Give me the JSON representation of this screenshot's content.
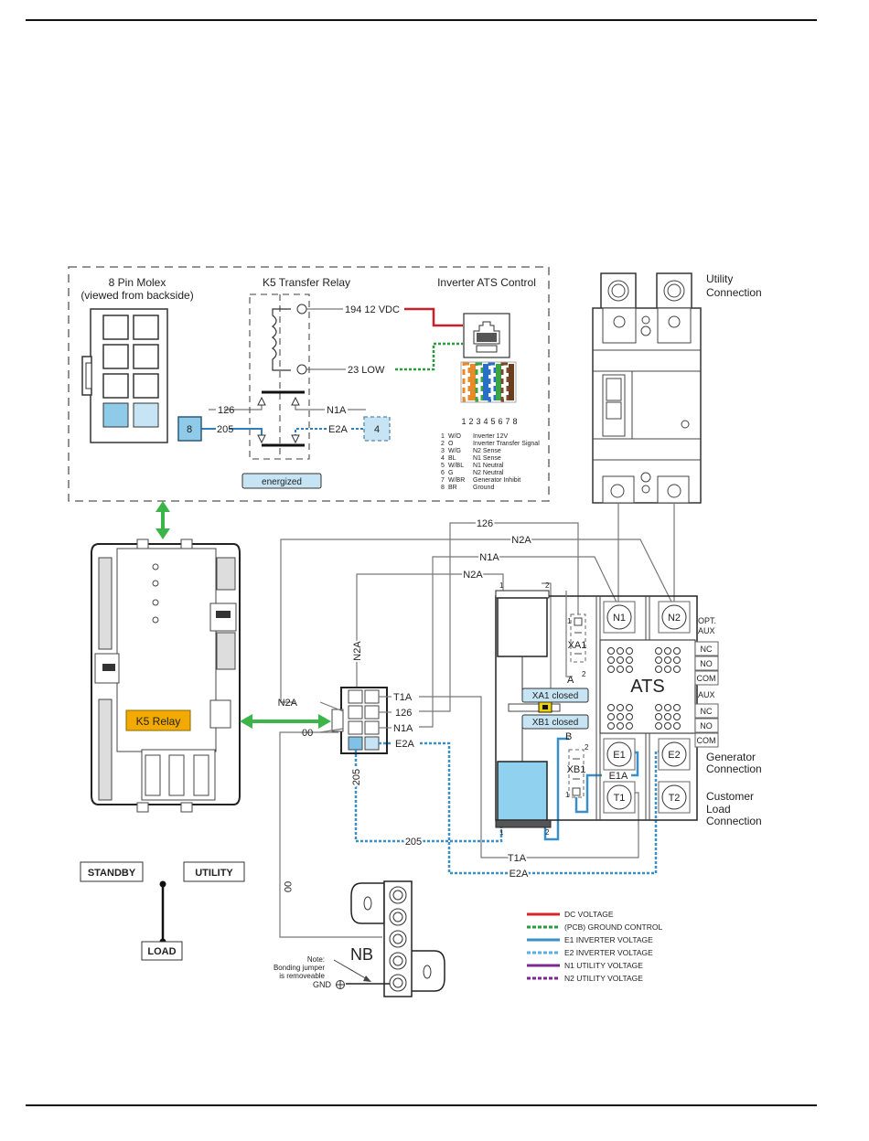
{
  "page": {
    "title": "K5 Transfer Relay / Inverter ATS wiring diagram"
  },
  "inset": {
    "molex_title": "8 Pin Molex",
    "molex_subtitle": "(viewed from backside)",
    "relay_title": "K5 Transfer Relay",
    "ats_control_title": "Inverter ATS Control",
    "coil_wire_top": "194 12 VDC",
    "coil_wire_bottom": "23 LOW",
    "contact_left_top": "126",
    "contact_left_bottom": "205",
    "contact_right_top": "N1A",
    "contact_right_bottom": "E2A",
    "pin_left": "8",
    "pin_right": "4",
    "state_badge": "energized",
    "rj45_pin_numbers": [
      "1",
      "2",
      "3",
      "4",
      "5",
      "6",
      "7",
      "8"
    ],
    "pinout": [
      {
        "pin": "1",
        "color": "W/O",
        "signal": "Inverter 12V"
      },
      {
        "pin": "2",
        "color": "O",
        "signal": "Inverter Transfer Signal"
      },
      {
        "pin": "3",
        "color": "W/G",
        "signal": "N2 Sense"
      },
      {
        "pin": "4",
        "color": "BL",
        "signal": "N1 Sense"
      },
      {
        "pin": "5",
        "color": "W/BL",
        "signal": "N1 Neutral"
      },
      {
        "pin": "6",
        "color": "G",
        "signal": "N2 Neutral"
      },
      {
        "pin": "7",
        "color": "W/BR",
        "signal": "Generator Inhibit"
      },
      {
        "pin": "8",
        "color": "BR",
        "signal": "Ground"
      }
    ]
  },
  "breaker": {
    "label_line1": "Utility",
    "label_line2": "Connection"
  },
  "controller": {
    "relay_badge": "K5 Relay"
  },
  "wiring": {
    "top_126": "126",
    "top_n2a": "N2A",
    "top_n1a": "N1A",
    "top_n2a_inner": "N2A",
    "vertical_n2a": "N2A",
    "connector_left_n2a": "N2A",
    "connector_left_00": "00",
    "connector_t1a": "T1A",
    "connector_126": "126",
    "connector_n1a": "N1A",
    "connector_e2a": "E2A",
    "vertical_205": "205",
    "bottom_205": "205",
    "bottom_t1a": "T1A",
    "bottom_e2a": "E2A",
    "vertical_00": "00",
    "e1a": "E1A",
    "solenoid_pin1": "1",
    "solenoid_pin2": "2"
  },
  "ats": {
    "title": "ATS",
    "terminals": [
      "N1",
      "N2",
      "E1",
      "E2",
      "T1",
      "T2"
    ],
    "opt_aux_line1": "OPT.",
    "opt_aux_line2": "AUX",
    "aux": "AUX",
    "contacts_top": [
      "NC",
      "NO",
      "COM"
    ],
    "contacts_bottom": [
      "NC",
      "NO",
      "COM"
    ],
    "xa1": "XA1",
    "xb1": "XB1",
    "xa1_closed": "XA1 closed",
    "xb1_closed": "XB1 closed",
    "switch_a": "A",
    "switch_b": "B",
    "sw_pin1": "1",
    "sw_pin2": "2",
    "generator_line1": "Generator",
    "generator_line2": "Connection",
    "load_line1": "Customer",
    "load_line2": "Load",
    "load_line3": "Connection"
  },
  "switch_diagram": {
    "standby": "STANDBY",
    "utility": "UTILITY",
    "load": "LOAD"
  },
  "neutral_bar": {
    "label": "NB",
    "note_line1": "Note:",
    "note_line2": "Bonding jumper",
    "note_line3": "is removeable",
    "gnd": "GND"
  },
  "legend": {
    "items": [
      {
        "label": "DC VOLTAGE",
        "color": "#d8262b",
        "style": "solid"
      },
      {
        "label": "(PCB) GROUND CONTROL",
        "color": "#2a9a3e",
        "style": "dashed"
      },
      {
        "label": "E1 INVERTER VOLTAGE",
        "color": "#3a8fc8",
        "style": "solid"
      },
      {
        "label": "E2 INVERTER VOLTAGE",
        "color": "#5aaee0",
        "style": "dashed"
      },
      {
        "label": "N1 UTILITY VOLTAGE",
        "color": "#7a2a8e",
        "style": "solid"
      },
      {
        "label": "N2 UTILITY VOLTAGE",
        "color": "#7a2a8e",
        "style": "dashed"
      }
    ]
  },
  "colors": {
    "dc": "#d8262b",
    "ground_control": "#2a9a3e",
    "e1": "#3a8fc8",
    "e2": "#4a9fd6",
    "pin_fill": "#8fcbe8",
    "pin_fill_light": "#c6e4f3",
    "relay_badge": "#f2a900",
    "arrow_green": "#3bb54a"
  }
}
